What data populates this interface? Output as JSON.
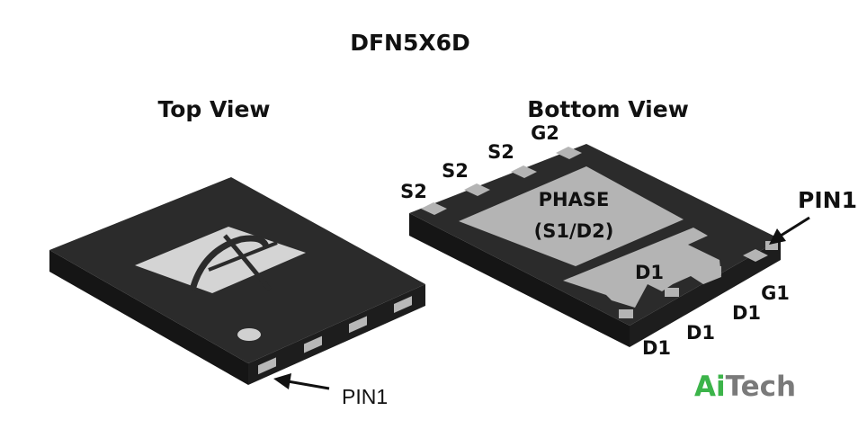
{
  "title": "DFN5X6D",
  "top_view": {
    "heading": "Top View",
    "pin1_label": "PIN1"
  },
  "bottom_view": {
    "heading": "Bottom View",
    "pin1_label": "PIN1",
    "pad_phase_line1": "PHASE",
    "pad_phase_line2": "(S1/D2)",
    "pad_d1_label": "D1",
    "top_row_pins": [
      "S2",
      "S2",
      "S2",
      "G2"
    ],
    "bottom_row_pins": [
      "D1",
      "D1",
      "D1",
      "G1"
    ]
  },
  "watermark": {
    "part1": "Ai",
    "part2": "Tech",
    "color1": "#3cb44a",
    "color2": "#7a7a7a"
  },
  "colors": {
    "package_top": "#2b2b2b",
    "package_side": "#161616",
    "pad": "#b4b4b4",
    "text": "#111111"
  }
}
